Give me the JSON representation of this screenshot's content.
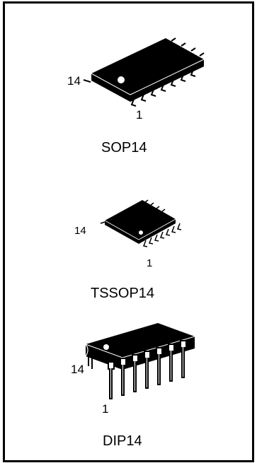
{
  "packages": [
    {
      "name": "SOP14",
      "pin_first": "1",
      "pin_last": "14"
    },
    {
      "name": "TSSOP14",
      "pin_first": "1",
      "pin_last": "14"
    },
    {
      "name": "DIP14",
      "pin_first": "1",
      "pin_last": "14"
    }
  ],
  "colors": {
    "ink": "#000000",
    "background": "#ffffff"
  }
}
